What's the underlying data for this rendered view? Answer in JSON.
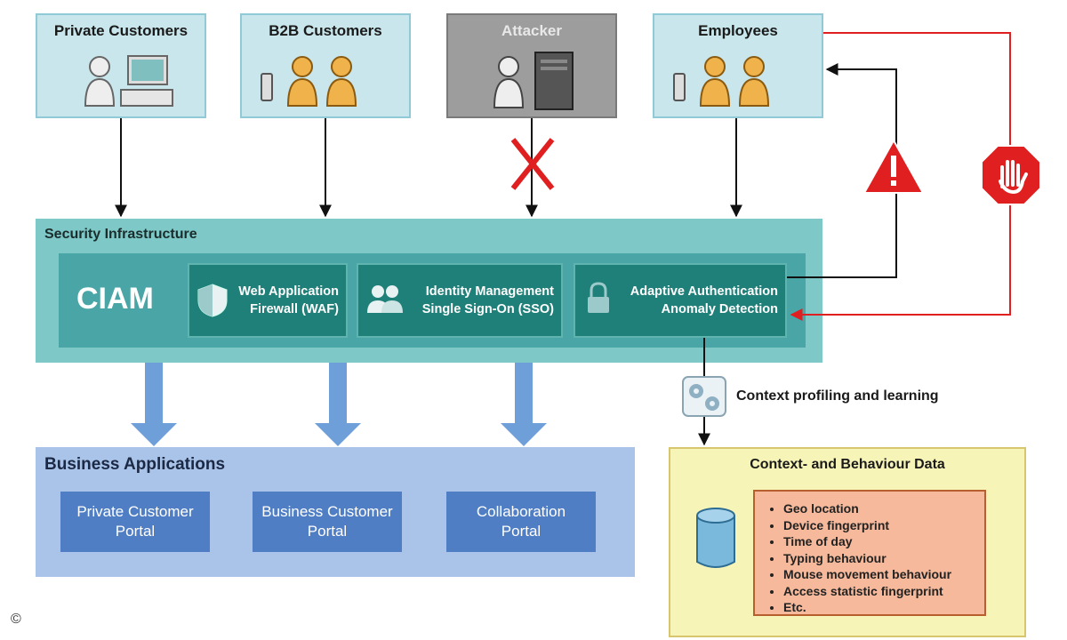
{
  "actors": [
    {
      "id": "private",
      "label": "Private Customers"
    },
    {
      "id": "b2b",
      "label": "B2B Customers"
    },
    {
      "id": "attacker",
      "label": "Attacker"
    },
    {
      "id": "employees",
      "label": "Employees"
    }
  ],
  "security": {
    "title": "Security Infrastructure",
    "ciam": "CIAM",
    "components": [
      {
        "line1": "Web Application",
        "line2": "Firewall (WAF)"
      },
      {
        "line1": "Identity Management",
        "line2": "Single Sign-On (SSO)"
      },
      {
        "line1": "Adaptive Authentication",
        "line2": "Anomaly Detection"
      }
    ]
  },
  "profiling_label": "Context profiling and learning",
  "business": {
    "title": "Business Applications",
    "portals": [
      {
        "line1": "Private Customer",
        "line2": "Portal"
      },
      {
        "line1": "Business Customer",
        "line2": "Portal"
      },
      {
        "line1": "Collaboration",
        "line2": "Portal"
      }
    ]
  },
  "context": {
    "title": "Context- and Behaviour Data",
    "items": [
      "Geo location",
      "Device fingerprint",
      "Time of day",
      "Typing behaviour",
      "Mouse movement behaviour",
      "Access statistic fingerprint",
      "Etc."
    ]
  },
  "copyright": "©",
  "colors": {
    "alert_red": "#e02020",
    "flow_blue": "#6f9fd8",
    "teal": "#1f7f79"
  }
}
